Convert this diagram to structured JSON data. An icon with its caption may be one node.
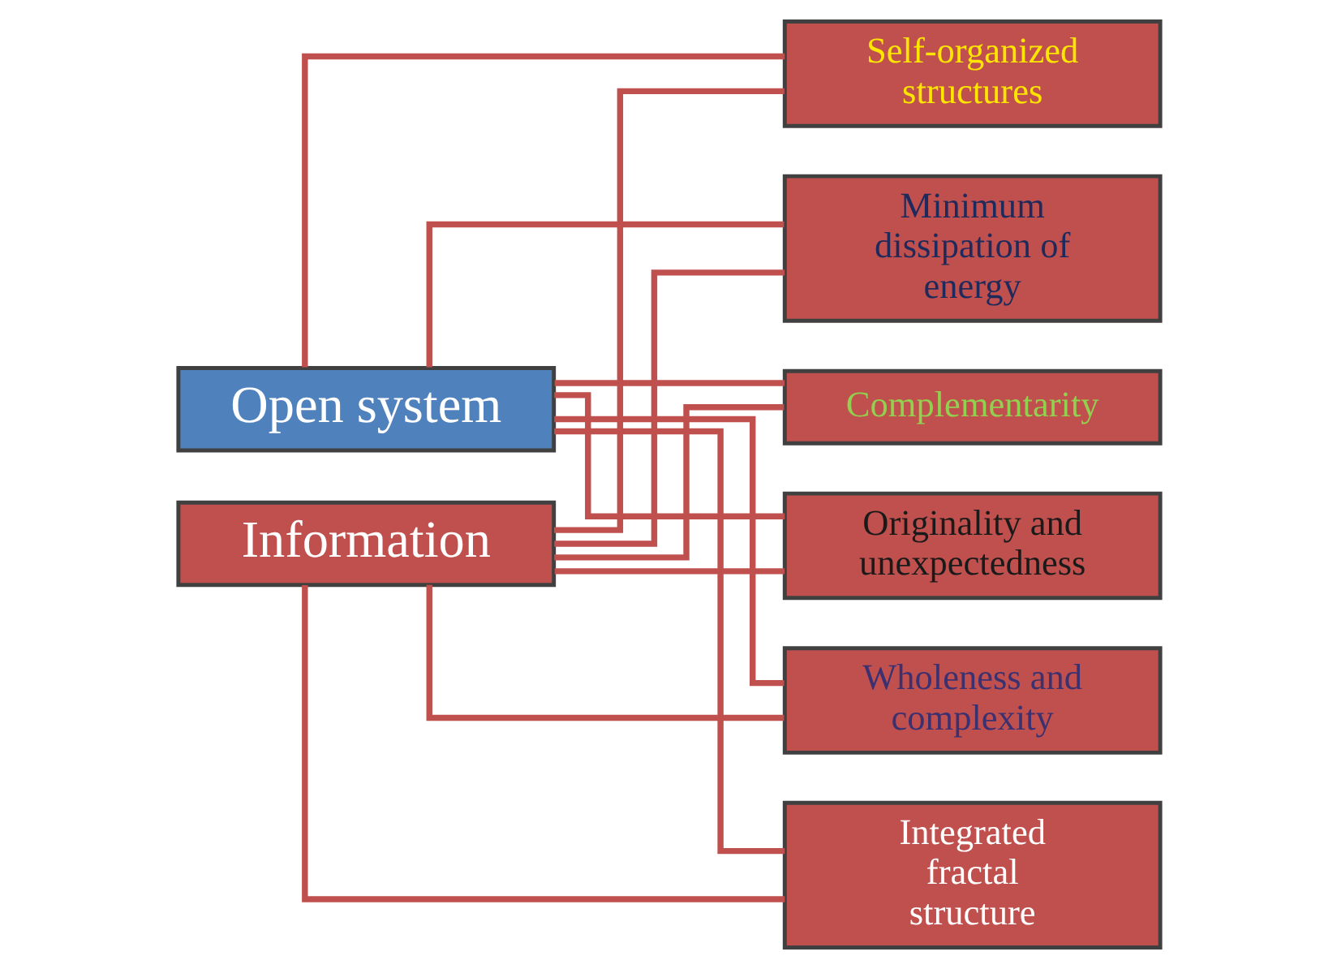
{
  "diagram": {
    "nodes": [
      {
        "text": [
          "Open system"
        ]
      },
      {
        "text": [
          "Information"
        ]
      },
      {
        "text": [
          "Self-organized structures"
        ]
      },
      {
        "text": [
          "Minimum dissipation of energy"
        ]
      },
      {
        "text": [
          "Complementarity"
        ]
      },
      {
        "text": [
          "Originality and unexpectedness"
        ]
      },
      {
        "text": [
          "Wholeness and complexity"
        ]
      },
      {
        "text": [
          "Integrated fractal structure"
        ]
      }
    ],
    "edges": [
      {
        "from": 0,
        "to": 2,
        "arrow": "none"
      },
      {
        "from": 0,
        "to": 3,
        "arrow": "none"
      },
      {
        "from": 0,
        "to": 4,
        "arrow": "none"
      },
      {
        "from": 0,
        "to": 5,
        "arrow": "none"
      },
      {
        "from": 0,
        "to": 6,
        "arrow": "none"
      },
      {
        "from": 0,
        "to": 7,
        "arrow": "none"
      },
      {
        "from": 1,
        "to": 2,
        "arrow": "none"
      },
      {
        "from": 1,
        "to": 3,
        "arrow": "none"
      },
      {
        "from": 1,
        "to": 4,
        "arrow": "none"
      },
      {
        "from": 1,
        "to": 5,
        "arrow": "none"
      },
      {
        "from": 1,
        "to": 6,
        "arrow": "none"
      },
      {
        "from": 1,
        "to": 7,
        "arrow": "none"
      }
    ]
  }
}
